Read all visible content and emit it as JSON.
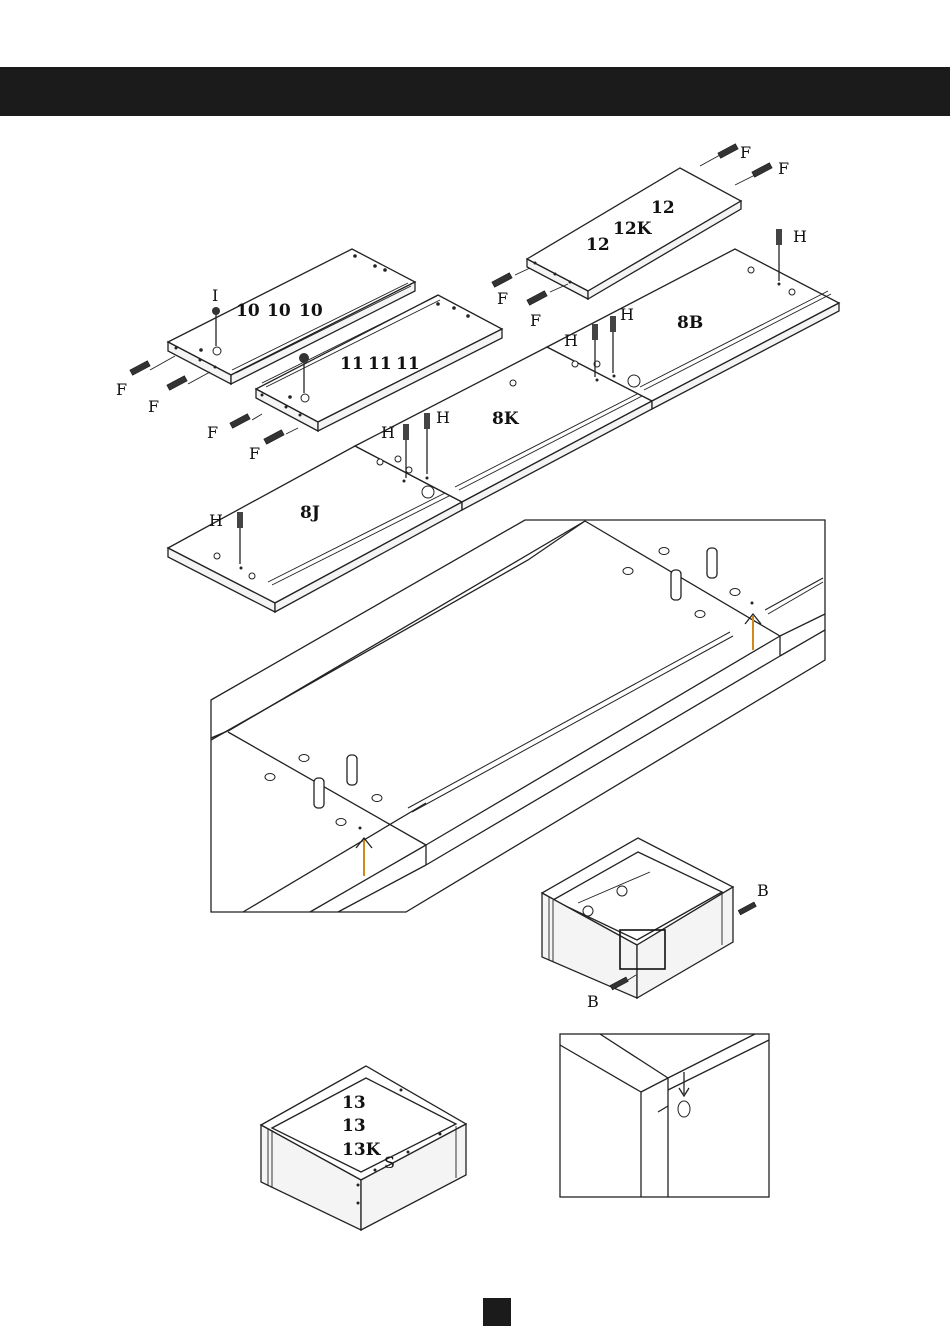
{
  "colors": {
    "header": "#1b1b1b",
    "line": "#222222",
    "arrow": "#d08a1a"
  },
  "labels": {
    "F": "F",
    "H": "H",
    "I": "I",
    "B": "B",
    "S": "S",
    "p10": "10",
    "p11": "11",
    "p12": "12",
    "p12K": "12K",
    "p8B": "8B",
    "p8K": "8K",
    "p8J": "8J",
    "p13": "13",
    "p13K": "13K"
  }
}
